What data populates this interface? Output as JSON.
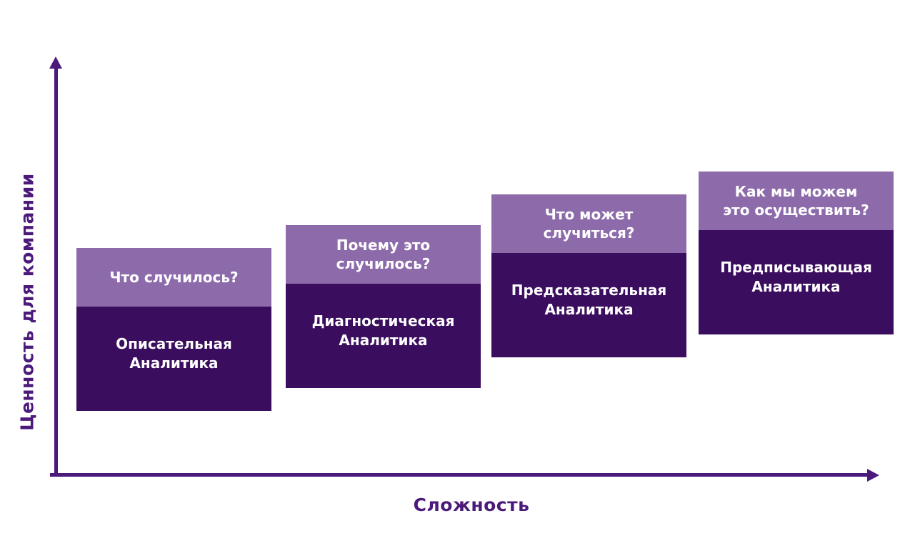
{
  "diagram": {
    "y_axis_label": "Ценность для компании",
    "x_axis_label": "Сложность",
    "colors": {
      "axis": "#4b1a7a",
      "question_band": "#8d6bab",
      "label_band": "#3a0d5e",
      "box_text": "#ffffff"
    },
    "steps": [
      {
        "question": "Что случилось?",
        "label": "Описательная Аналитика"
      },
      {
        "question": "Почему это случилось?",
        "label": "Диагностическая Аналитика"
      },
      {
        "question": "Что может случиться?",
        "label": "Предсказательная Аналитика"
      },
      {
        "question": "Как мы можем это осуществить?",
        "label": "Предписывающая Аналитика"
      }
    ]
  }
}
